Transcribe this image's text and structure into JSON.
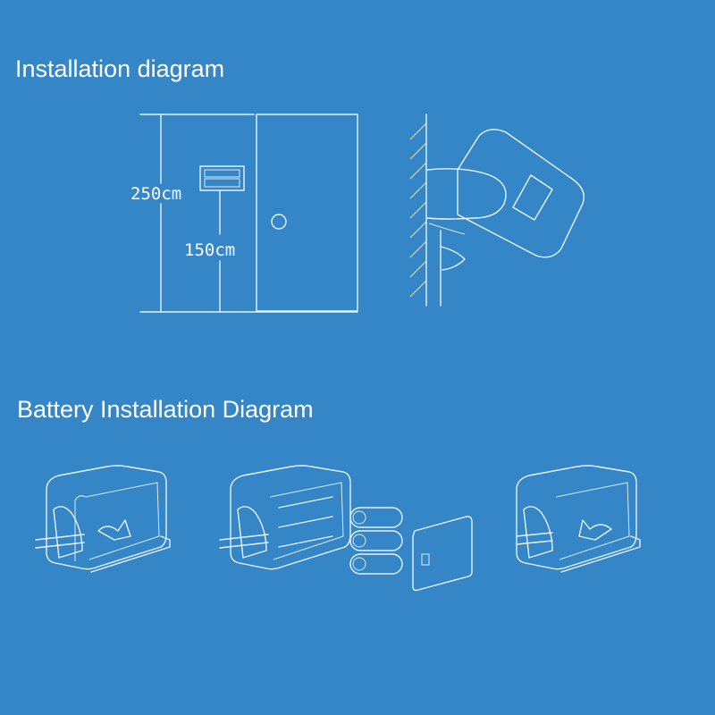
{
  "headings": {
    "installation": "Installation diagram",
    "battery": "Battery Installation Diagram"
  },
  "dimensions": {
    "total_height": "250cm",
    "mount_height": "150cm"
  },
  "colors": {
    "background": "#3486c6",
    "line": "#e8f2fb"
  }
}
